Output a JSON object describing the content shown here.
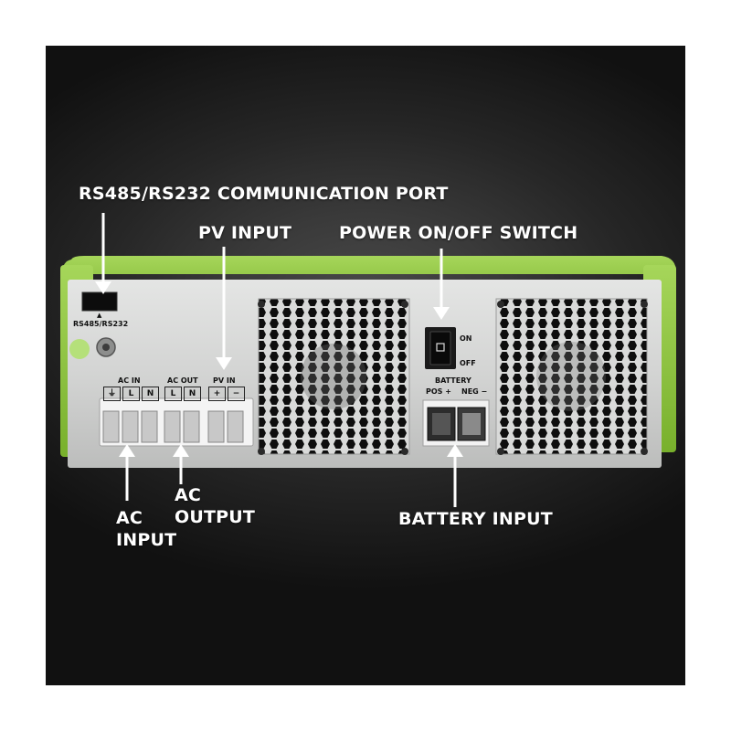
{
  "callouts": {
    "comm_port": "RS485/RS232 COMMUNICATION PORT",
    "pv_input": "PV INPUT",
    "power_switch": "POWER ON/OFF SWITCH",
    "ac_input": [
      "AC",
      "INPUT"
    ],
    "ac_output": [
      "AC",
      "OUTPUT"
    ],
    "battery_input": "BATTERY INPUT"
  },
  "panel_labels": {
    "rs_port": "RS485/RS232",
    "ac_in": "AC IN",
    "ac_out": "AC OUT",
    "pv_in": "PV IN",
    "battery": "BATTERY",
    "pos": "POS +",
    "neg": "NEG −",
    "on": "ON",
    "off": "OFF",
    "port_arrow": "▲",
    "terminals": {
      "ground": "⏚",
      "l1": "L",
      "n1": "N",
      "l2": "L",
      "n2": "N",
      "plus": "+",
      "minus": "−"
    }
  },
  "colors": {
    "housing_green": "#8cc63f",
    "panel_grey": "#cfd0cf",
    "background_dark": "#2a2a2a",
    "text_white": "#ffffff"
  }
}
